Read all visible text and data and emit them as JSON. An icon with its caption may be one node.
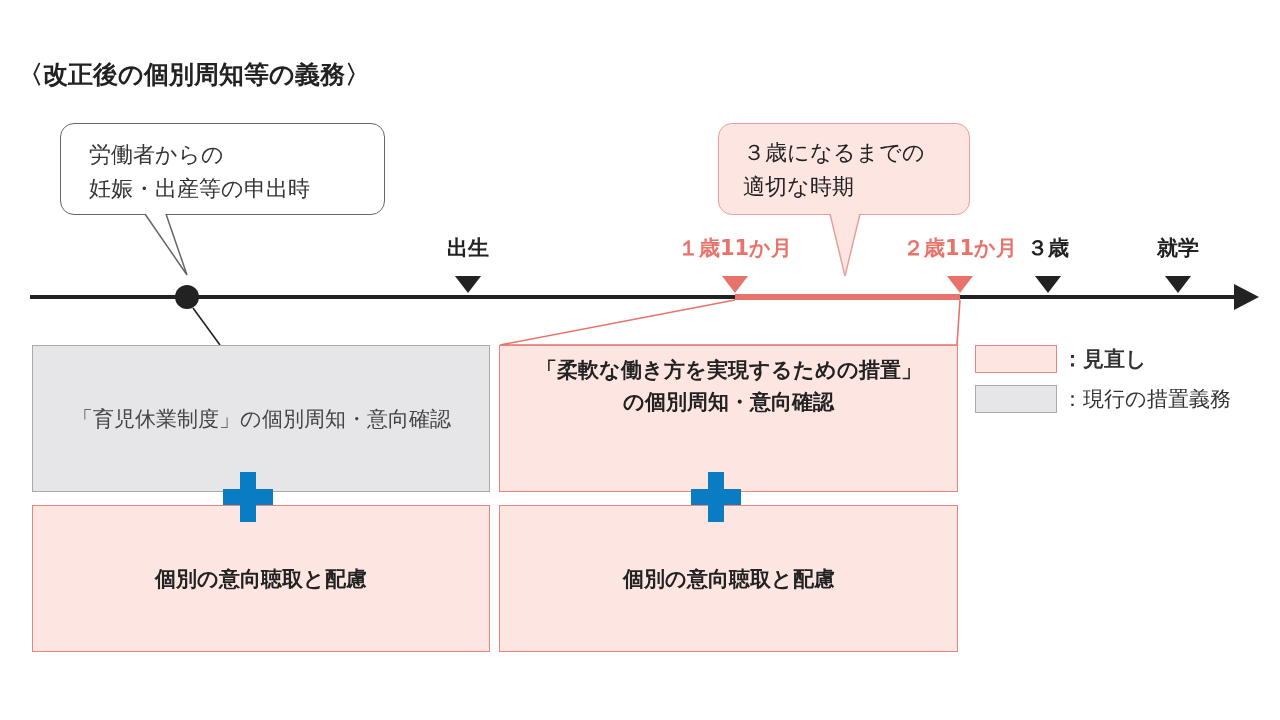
{
  "diagram": {
    "title": "〈改正後の個別周知等の義務〉",
    "nodes": [
      {
        "text": [
          "労働者からの妊娠・出産等の申出時"
        ]
      },
      {
        "text": [
          "３歳になるまでの適切な時期"
        ]
      },
      {
        "text": [
          "「育児休業制度」の個別周知・意向確認"
        ]
      },
      {
        "text": [
          "「柔軟な働き方を実現するための措置」の個別周知・意向確認"
        ]
      },
      {
        "text": [
          "個別の意向聴取と配慮"
        ]
      },
      {
        "text": [
          "個別の意向聴取と配慮"
        ]
      },
      {
        "text": [],
        "shape": "circle"
      },
      {
        "text": [],
        "shape": "bar"
      }
    ],
    "edges": [
      {
        "from": 0,
        "to": 6,
        "arrow": "to"
      },
      {
        "from": 6,
        "to": 2,
        "arrow": "none"
      },
      {
        "from": 1,
        "to": 7,
        "arrow": "to",
        "color": "#e8a09a"
      },
      {
        "from": 7,
        "to": 3,
        "arrow": "none",
        "color": "#e8736b"
      }
    ],
    "labels": [
      "出生",
      "１歳11か月",
      "２歳11か月",
      "３歳",
      "就学"
    ],
    "legend": [
      {
        "text": "：見直し",
        "color": "#fde6e2"
      },
      {
        "text": "：現行の措置義務",
        "color": "#e6e6e8"
      }
    ]
  }
}
